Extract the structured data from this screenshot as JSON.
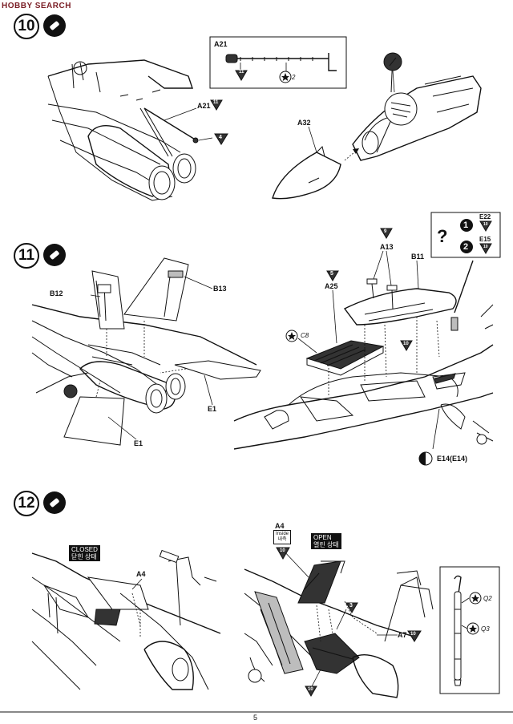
{
  "watermark": "HOBBY SEARCH",
  "page_number": "5",
  "steps": [
    {
      "number": "10"
    },
    {
      "number": "11"
    },
    {
      "number": "12"
    }
  ],
  "step10": {
    "part_a21": "A21",
    "part_a21_b": "A21",
    "part_a32": "A32",
    "paint_a21_ref1": "11",
    "paint_a21_ref2": "2",
    "paint_4": "4",
    "paint_a21_side": "11"
  },
  "step11": {
    "b12": "B12",
    "b13": "B13",
    "e1_right": "E1",
    "e1_bottom": "E1",
    "a13": "A13",
    "a13_paint": "9",
    "b11": "B11",
    "a25": "A25",
    "a25_paint": "5",
    "c8": "C8",
    "b11_paint": "10",
    "e14": "E14(E14)",
    "option1_part": "E22",
    "option1_paint": "10",
    "option2_part": "E15",
    "option2_paint": "10",
    "option_num1": "1",
    "option_num2": "2",
    "option_q": "?"
  },
  "step12": {
    "closed_en": "CLOSED",
    "closed_kr": "닫힌 상태",
    "open_en": "OPEN",
    "open_kr": "열린 상태",
    "a4_left": "A4",
    "a4_right": "A4",
    "inside_en": "Inside",
    "inside_kr": "내측",
    "inside_paint": "10",
    "a7": "A7",
    "a7_paint": "10",
    "paint_3": "3",
    "paint_bottom": "10",
    "q2": "Q2",
    "q3": "Q3"
  }
}
